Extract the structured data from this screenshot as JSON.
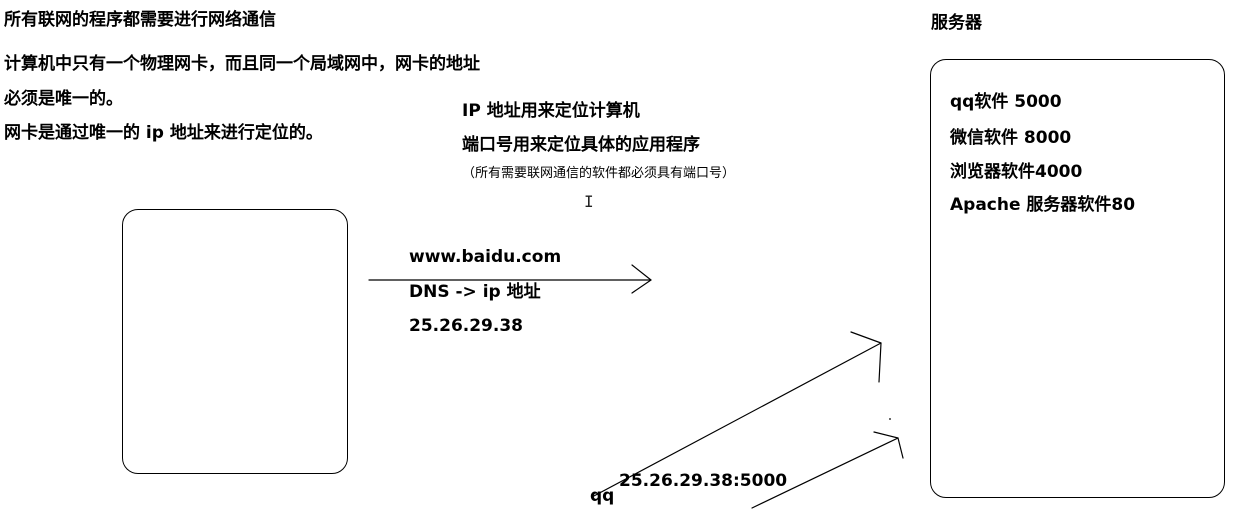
{
  "notes": {
    "heading": "所有联网的程序都需要进行网络通信",
    "line1": "计算机中只有一个物理网卡，而且同一个局域网中，网卡的地址",
    "line2": "必须是唯一的。",
    "line3": "网卡是通过唯一的 ip 地址来进行定位的。"
  },
  "concepts": {
    "ip": "IP 地址用来定位计算机",
    "port": "端口号用来定位具体的应用程序",
    "port_note": "（所有需要联网通信的软件都必须具有端口号）"
  },
  "request": {
    "domain": "www.baidu.com",
    "dns": "DNS -> ip 地址",
    "ip": "25.26.29.38"
  },
  "client_app": {
    "name": "qq",
    "address": "25.26.29.38:5000"
  },
  "server": {
    "title": "服务器",
    "apps": [
      "qq软件 5000",
      "微信软件  8000",
      "浏览器软件4000",
      "Apache 服务器软件80"
    ]
  },
  "colors": {
    "ink": "#000000",
    "background": "#ffffff"
  }
}
